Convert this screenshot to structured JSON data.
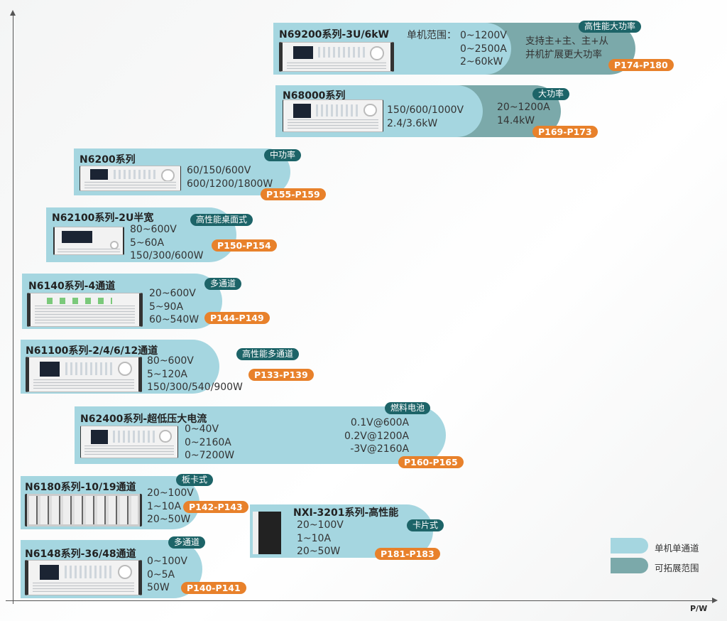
{
  "axis": {
    "x_label": "P/W"
  },
  "colors": {
    "single_unit": "#a5d6e0",
    "expandable": "#7ba9aa",
    "tag": "#1d6468",
    "page_badge": "#e8812b"
  },
  "legend": [
    {
      "label": "单机单通道"
    },
    {
      "label": "可拓展范围"
    }
  ],
  "products": {
    "n69200": {
      "title": "N69200系列-3U/6kW",
      "range_label": "单机范围：",
      "specs": "0~1200V\n0~2500A\n2~60kW",
      "extended": "支持主+主、主+从\n并机扩展更大功率",
      "tag": "高性能大功率",
      "pages": "P174-P180"
    },
    "n68000": {
      "title": "N68000系列",
      "specs": "150/600/1000V\n2.4/3.6kW",
      "extended": "20~1200A\n14.4kW",
      "tag": "大功率",
      "pages": "P169-P173"
    },
    "n6200": {
      "title": "N6200系列",
      "specs": "60/150/600V\n600/1200/1800W",
      "tag": "中功率",
      "pages": "P155-P159"
    },
    "n62100": {
      "title": "N62100系列-2U半宽",
      "specs": "80~600V\n5~60A\n150/300/600W",
      "tag": "高性能桌面式",
      "pages": "P150-P154"
    },
    "n6140": {
      "title": "N6140系列-4通道",
      "specs": "20~600V\n5~90A\n60~540W",
      "tag": "多通道",
      "pages": "P144-P149"
    },
    "n61100": {
      "title": "N61100系列-2/4/6/12通道",
      "specs": "80~600V\n5~120A\n150/300/540/900W",
      "tag": "高性能多通道",
      "pages": "P133-P139"
    },
    "n62400": {
      "title": "N62400系列-超低压大电流",
      "specs": "0~40V\n0~2160A\n0~7200W",
      "extended": "0.1V@600A\n0.2V@1200A\n-3V@2160A",
      "tag": "燃料电池",
      "pages": "P160-P165"
    },
    "n6180": {
      "title": "N6180系列-10/19通道",
      "specs": "20~100V\n1~10A\n20~50W",
      "tag": "板卡式",
      "pages": "P142-P143"
    },
    "nxi3201": {
      "title": "NXI-3201系列-高性能",
      "specs": "20~100V\n1~10A\n20~50W",
      "tag": "卡片式",
      "pages": "P181-P183"
    },
    "n6148": {
      "title": "N6148系列-36/48通道",
      "specs": "0~100V\n0~5A\n50W",
      "tag": "多通道",
      "pages": "P140-P141"
    }
  }
}
